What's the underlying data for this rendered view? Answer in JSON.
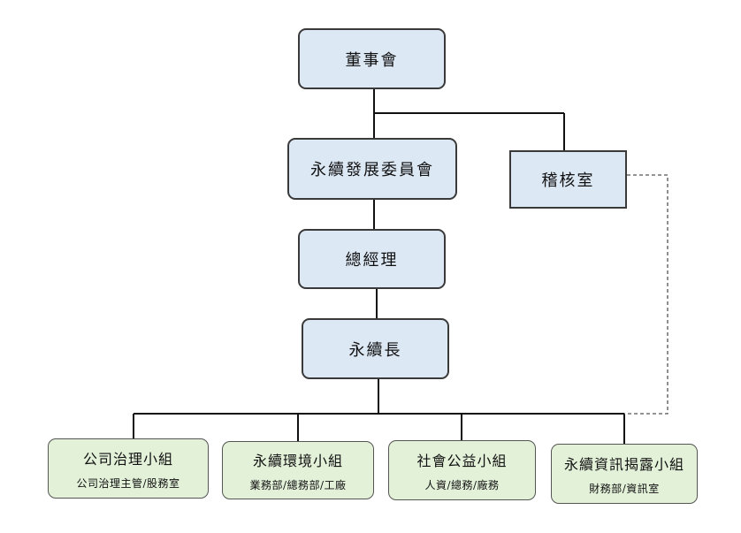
{
  "nodes": {
    "board": "董事會",
    "sustainability_committee": "永續發展委員會",
    "audit_office": "稽核室",
    "general_manager": "總經理",
    "chief_sustainability": "永續長"
  },
  "groups": [
    {
      "title": "公司治理小組",
      "members": "公司治理主管/股務室"
    },
    {
      "title": "永續環境小組",
      "members": "業務部/總務部/工廠"
    },
    {
      "title": "社會公益小組",
      "members": "人資/總務/廠務"
    },
    {
      "title": "永續資訊揭露小組",
      "members": "財務部/資訊室"
    }
  ],
  "colors": {
    "management_fill": "#dde8f5",
    "group_fill": "#e3f1d9",
    "line": "#111111"
  }
}
